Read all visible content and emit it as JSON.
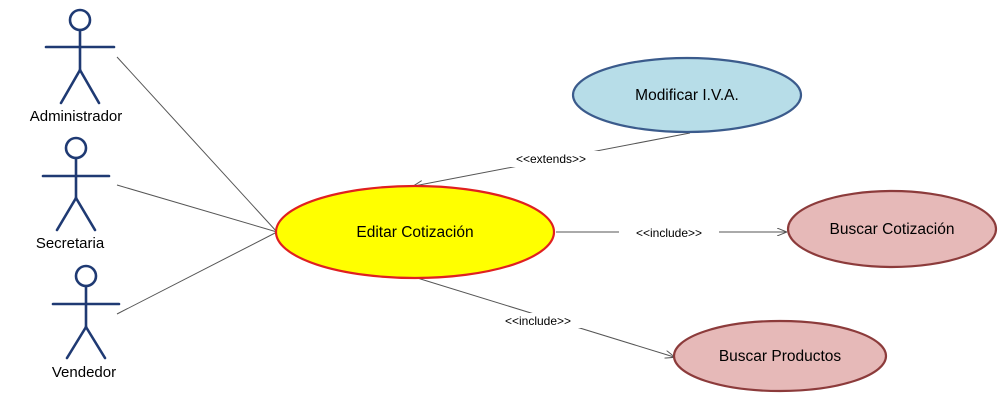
{
  "diagram": {
    "actors": [
      {
        "id": "administrador",
        "label": "Administrador"
      },
      {
        "id": "secretaria",
        "label": "Secretaria"
      },
      {
        "id": "vendedor",
        "label": "Vendedor"
      }
    ],
    "use_cases": {
      "main": {
        "label": "Editar Cotización",
        "fill": "#ffff00",
        "stroke": "#e02020"
      },
      "modificar_iva": {
        "label": "Modificar I.V.A.",
        "fill": "#b7dde8",
        "stroke": "#3b5b8c"
      },
      "buscar_cotizacion": {
        "label": "Buscar Cotización",
        "fill": "#e6b9b8",
        "stroke": "#8c3b3b"
      },
      "buscar_productos": {
        "label": "Buscar Productos",
        "fill": "#e6b9b8",
        "stroke": "#8c3b3b"
      }
    },
    "relations": {
      "extends": {
        "label": "<<extends>>"
      },
      "include_cotizacion": {
        "label": "<<include>>"
      },
      "include_productos": {
        "label": "<<include>>"
      }
    }
  }
}
